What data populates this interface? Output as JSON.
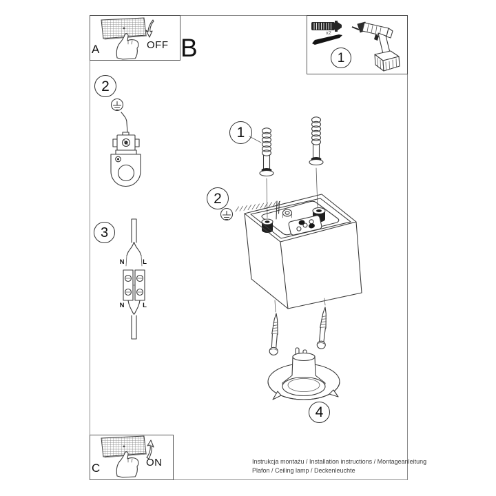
{
  "document": {
    "type": "installation-instructions",
    "footer": {
      "line1": "Instrukcja montażu / Installation instructions / Montageanleitung",
      "line2": "Plafon / Ceiling lamp / Deckenleuchte"
    }
  },
  "panels": {
    "switch_off": {
      "label": "A",
      "action": "OFF"
    },
    "section_b": {
      "label": "B"
    },
    "switch_on": {
      "label": "C",
      "action": "ON"
    },
    "kit": {
      "number": "1",
      "quantity": "x2"
    }
  },
  "callouts": {
    "kit": "1",
    "bracket_step": "2",
    "wiring_step": "3",
    "screws_main": "1",
    "ground_main": "2",
    "bulb_step": "4"
  },
  "wiring_labels": {
    "top_n": "N",
    "top_l": "L",
    "bottom_n": "N",
    "bottom_l": "L"
  },
  "colors": {
    "line": "#3b3b3b",
    "dark_fill": "#1c1c1c",
    "frame": "#8c8c8c",
    "text": "#111111"
  },
  "icons": {
    "light-switch": "hatched plate",
    "pressing-hand": "outline hand",
    "arrow-down": "curved hollow arrow",
    "arrow-up": "curved hollow arrow",
    "wall-plug": "ribbed dowel",
    "wood-screw": "black silhouette",
    "drill": "cordless drill outline",
    "ground-symbol": "earth in circle",
    "mounting-bracket": "bracket with terminal",
    "terminal-block": "two-pole luster terminal",
    "lamp-body": "open cube housing",
    "gu10-bulb": "reflector bulb with pins",
    "rotate-arrow": "elliptical double arrow"
  }
}
